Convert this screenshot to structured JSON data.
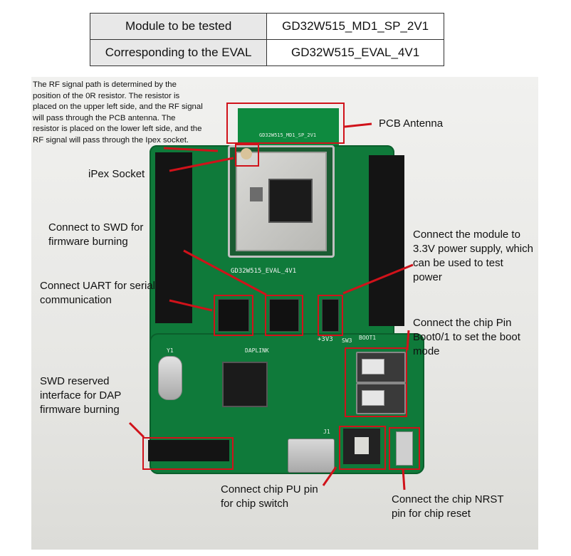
{
  "table": {
    "row1_label": "Module to be tested",
    "row1_value": "GD32W515_MD1_SP_2V1",
    "row2_label": "Corresponding to the EVAL",
    "row2_value": "GD32W515_EVAL_4V1"
  },
  "annotations": {
    "rf_path_note": "The RF signal path is determined by the position of the 0R resistor. The resistor is placed on the upper left side, and the RF signal will pass through the PCB antenna. The resistor is placed on the lower left side, and the RF signal will pass through the Ipex socket.",
    "pcb_antenna": "PCB Antenna",
    "ipex_socket": "iPex Socket",
    "swd": "Connect to SWD for firmware burning",
    "uart": "Connect UART for serial communication",
    "power": "Connect the module to 3.3V power supply, which can be used to test power",
    "boot": "Connect the chip Pin Boot0/1 to set the boot mode",
    "dap": "SWD reserved interface for DAP firmware burning",
    "pu": "Connect chip PU pin for chip switch",
    "nrst": "Connect the chip NRST pin for chip reset"
  },
  "board_silk": {
    "module_name": "GD32W515_MD1_SP_2V1",
    "eval_name": "GD32W515_EVAL_4V1",
    "daplink": "DAPLINK",
    "v33": "+3V3",
    "sw3": "SW3",
    "boot1": "BOOT1",
    "j1": "J1",
    "y1": "Y1"
  },
  "colors": {
    "annotation_red": "#d0121a",
    "pcb_green": "#0f7a3a"
  }
}
